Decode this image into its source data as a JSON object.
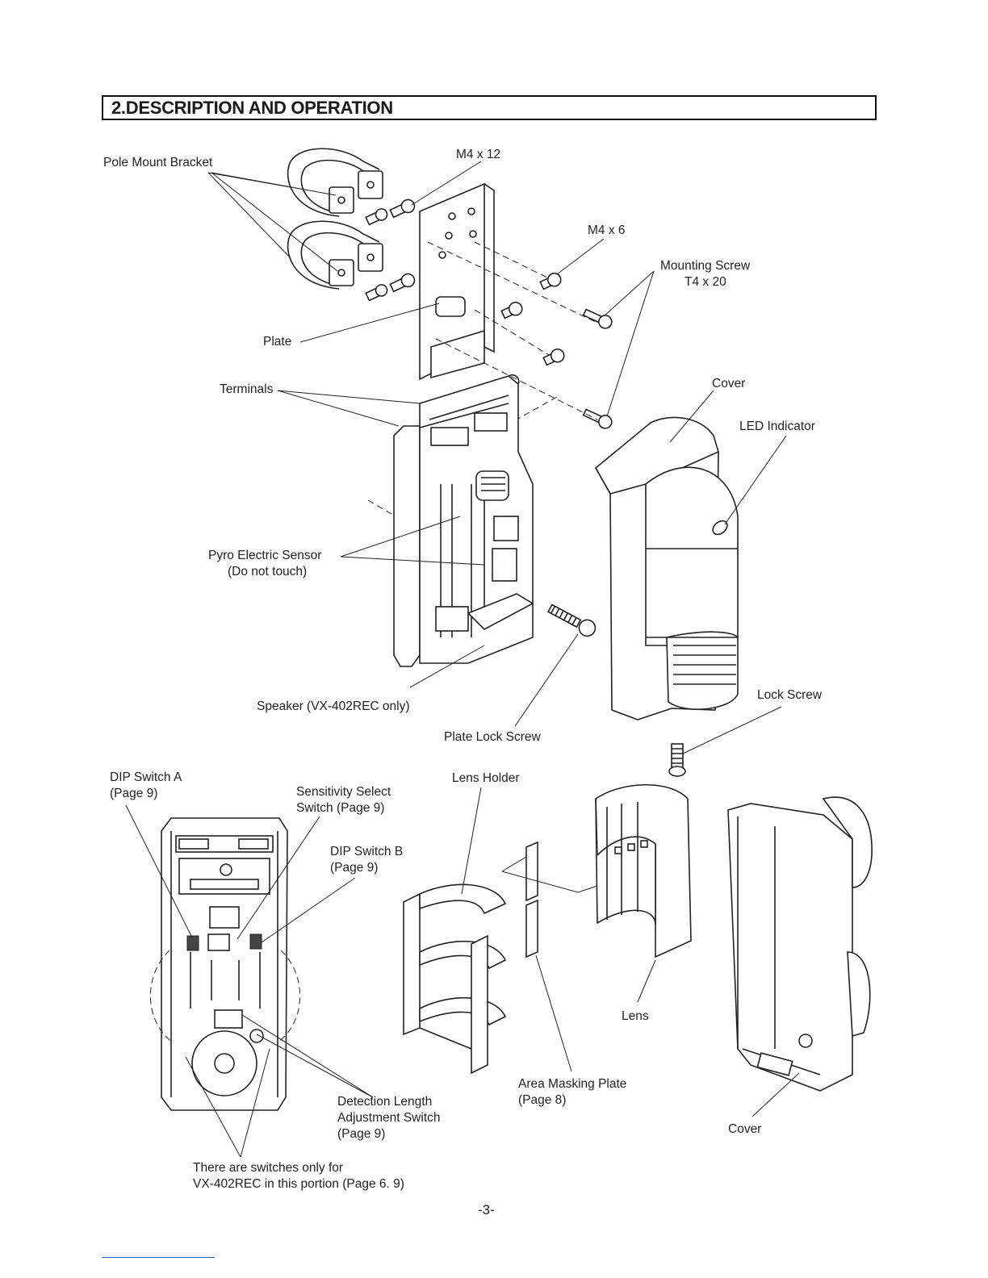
{
  "section": {
    "title": "2.DESCRIPTION AND OPERATION"
  },
  "labels": {
    "pole_mount_bracket": "Pole Mount Bracket",
    "m4x12": "M4 x 12",
    "m4x6": "M4 x 6",
    "mounting_screw": "Mounting Screw",
    "mounting_screw_size": "T4 x 20",
    "plate": "Plate",
    "terminals": "Terminals",
    "cover_top": "Cover",
    "led_indicator": "LED Indicator",
    "pyro_sensor": "Pyro Electric Sensor",
    "pyro_sensor_note": "(Do not touch)",
    "speaker": "Speaker (VX-402REC only)",
    "plate_lock_screw": "Plate Lock Screw",
    "lock_screw": "Lock Screw",
    "dip_switch_a": "DIP Switch A",
    "dip_switch_a_page": "(Page 9)",
    "sensitivity_select_1": "Sensitivity Select",
    "sensitivity_select_2": "Switch (Page 9)",
    "dip_switch_b": "DIP Switch B",
    "dip_switch_b_page": "(Page 9)",
    "lens_holder": "Lens Holder",
    "lens": "Lens",
    "area_masking_plate": "Area Masking Plate",
    "area_masking_plate_page": "(Page 8)",
    "detection_length_1": "Detection Length",
    "detection_length_2": "Adjustment Switch",
    "detection_length_3": "(Page 9)",
    "cover_bottom": "Cover",
    "switches_note_1": "There are switches only for",
    "switches_note_2": "VX-402REC in this portion (Page 6. 9)"
  },
  "page_number": "-3-"
}
